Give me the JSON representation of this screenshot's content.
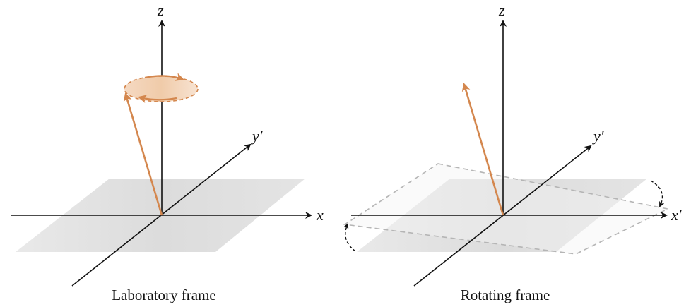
{
  "panels": [
    {
      "caption": "Laboratory frame",
      "axis_labels": {
        "z": "z",
        "y": "y′",
        "x": "x"
      }
    },
    {
      "caption": "Rotating frame",
      "axis_labels": {
        "z": "z",
        "y": "y′",
        "x": "x′"
      }
    }
  ],
  "colors": {
    "axis": "#111111",
    "vector": "#D4874E",
    "precession_fill": "#F3D6BE",
    "plane_fill": "#E2E2E2",
    "dashed_plane": "#B5B5B5"
  }
}
